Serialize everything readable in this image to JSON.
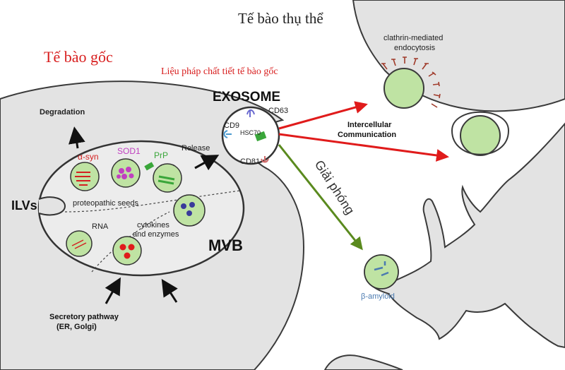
{
  "labels": {
    "receiving_cell": "Tế bào thụ thể",
    "stem_cell": "Tế bào gốc",
    "therapy": "Liệu pháp chất tiết tế bào gốc",
    "exosome": "EXOSOME",
    "clathrin": "clathrin-mediated",
    "endocytosis": "endocytosis",
    "degradation": "Degradation",
    "release": "Release",
    "cd63": "CD63",
    "cd9": "CD9",
    "hsc70": "HSC70",
    "cd81": "CD81",
    "intercellular_1": "Intercellular",
    "intercellular_2": "Communication",
    "release_vi": "Giải phóng",
    "alpha_syn": "α-syn",
    "sod1": "SOD1",
    "prp": "PrP",
    "ilvs": "ILVs",
    "proteopathic": "proteopathic seeds",
    "rna": "RNA",
    "cytokines_1": "cytokines",
    "cytokines_2": "and enzymes",
    "mvb": "MVB",
    "secretory_1": "Secretory pathway",
    "secretory_2": "(ER, Golgi)",
    "beta_amyloid": "β-amyloid"
  },
  "colors": {
    "cell_fill": "#e3e3e3",
    "cell_stroke": "#3a3a3a",
    "vesicle_fill": "#bfe3a3",
    "red_label": "#d81e1e",
    "red_arrow": "#e01b1b",
    "green_arrow": "#5a8a1e",
    "alpha_syn": "#d42020",
    "sod1": "#c040c0",
    "prp": "#3aa63a",
    "cytokine": "#3a3a9a",
    "clathrin": "#a03a2a",
    "amyloid_label": "#4a7ab0"
  }
}
